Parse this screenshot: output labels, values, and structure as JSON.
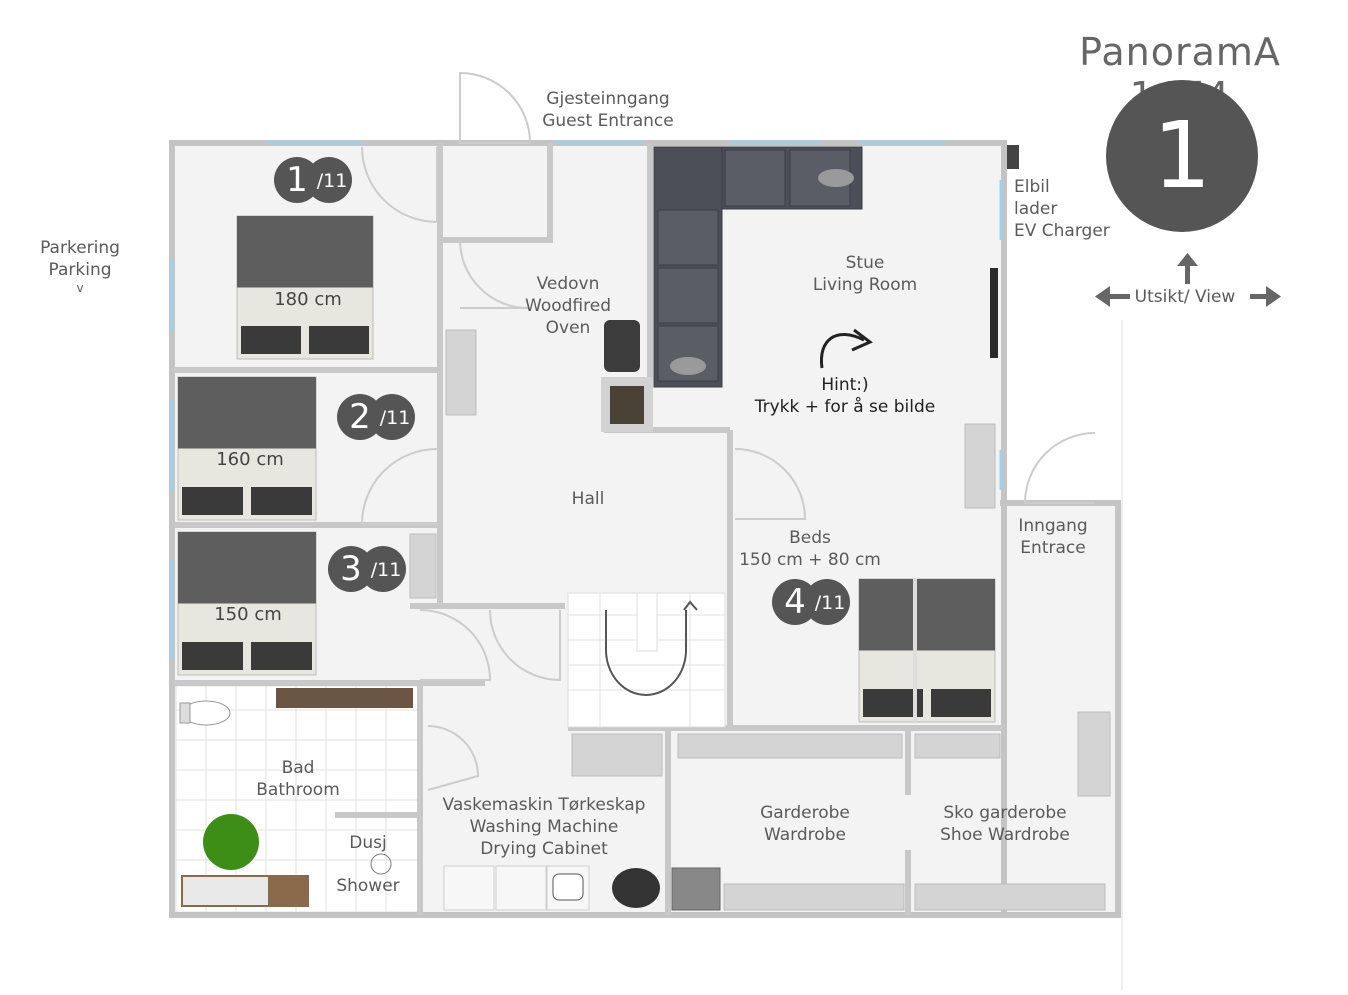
{
  "header": {
    "title": "PanoramA 1474",
    "panorama_number": "1"
  },
  "view_hint": {
    "label": "Utsikt/ View"
  },
  "rooms": {
    "parking": {
      "no": "Parkering",
      "en": "Parking",
      "mark": "v"
    },
    "guest_entrance": {
      "no": "Gjesteinngang",
      "en": "Guest Entrance"
    },
    "oven": {
      "no": "Vedovn",
      "en1": "Woodfired",
      "en2": "Oven"
    },
    "living": {
      "no": "Stue",
      "en": "Living Room"
    },
    "ev": {
      "l1": "Elbil",
      "l2": "lader",
      "l3": "EV Charger"
    },
    "hint": {
      "l1": "Hint:)",
      "l2": "Trykk + for å se bilde"
    },
    "hall": {
      "label": "Hall"
    },
    "beds4": {
      "l1": "Beds",
      "l2": "150 cm + 80 cm"
    },
    "entrance": {
      "no": "Inngang",
      "en": "Entrace"
    },
    "bath": {
      "no": "Bad",
      "en": "Bathroom"
    },
    "shower": {
      "no": "Dusj",
      "en": "Shower"
    },
    "laundry": {
      "l1": "Vaskemaskin Tørkeskap",
      "l2": "Washing Machine",
      "l3": "Drying Cabinet"
    },
    "wardrobe": {
      "no": "Garderobe",
      "en": "Wardrobe"
    },
    "shoe": {
      "no": "Sko garderobe",
      "en": "Shoe Wardrobe"
    }
  },
  "badges": [
    {
      "num": "1",
      "total": "/11"
    },
    {
      "num": "2",
      "total": "/11"
    },
    {
      "num": "3",
      "total": "/11"
    },
    {
      "num": "4",
      "total": "/11"
    }
  ],
  "beds": [
    {
      "size": "180 cm"
    },
    {
      "size": "160 cm"
    },
    {
      "size": "150 cm"
    }
  ],
  "colors": {
    "wall": "#c8c8c8",
    "floor": "#f4f4f4",
    "badge": "#555555",
    "sofa": "#4a4d55",
    "bed_cover": "#5e5e5e"
  }
}
